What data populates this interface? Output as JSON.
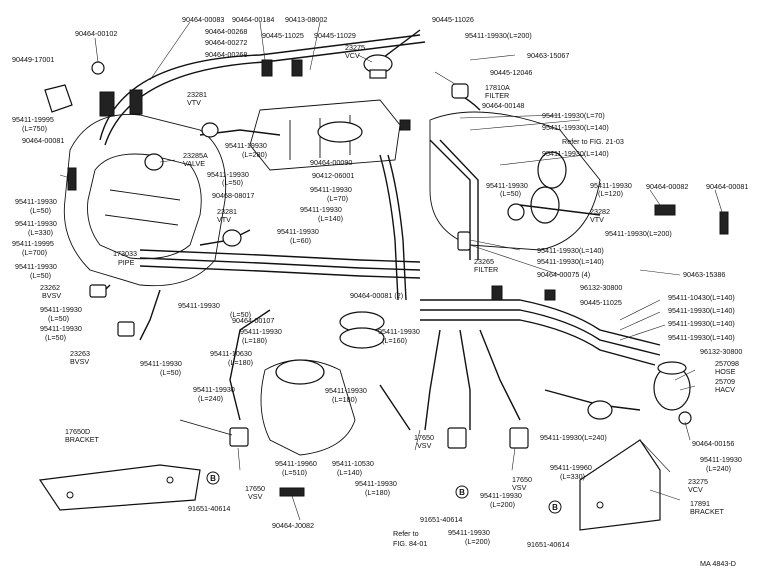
{
  "labels": [
    {
      "id": "l1",
      "text": "90464-00083"
    },
    {
      "id": "l2",
      "text": "90464-00184"
    },
    {
      "id": "l3",
      "text": "90413-08002"
    },
    {
      "id": "l4",
      "text": "90445-11026"
    },
    {
      "id": "l5",
      "text": "90464-00102"
    },
    {
      "id": "l6",
      "text": "90464-00268"
    },
    {
      "id": "l7",
      "text": "95411-19930(L=200)"
    },
    {
      "id": "l8",
      "text": "90464-00272"
    },
    {
      "id": "l9",
      "text": "90445-11025"
    },
    {
      "id": "l10",
      "text": "90445-11029"
    },
    {
      "id": "l11",
      "text": "23275"
    },
    {
      "id": "l12",
      "text": "VCV"
    },
    {
      "id": "l13",
      "text": "90463-15067"
    },
    {
      "id": "l14",
      "text": "90464-00268"
    },
    {
      "id": "l15",
      "text": "90445-12046"
    },
    {
      "id": "l16",
      "text": "90449-17001"
    },
    {
      "id": "l17",
      "text": "17810A"
    },
    {
      "id": "l18",
      "text": "FILTER"
    },
    {
      "id": "l19",
      "text": "23281"
    },
    {
      "id": "l20",
      "text": "VTV"
    },
    {
      "id": "l21",
      "text": "90464-00148"
    },
    {
      "id": "l22",
      "text": "95411-19995"
    },
    {
      "id": "l23",
      "text": "(L=750)"
    },
    {
      "id": "l24",
      "text": "95411-19930(L=70)"
    },
    {
      "id": "l25",
      "text": "95411-19930(L=140)"
    },
    {
      "id": "l26",
      "text": "90464-00081"
    },
    {
      "id": "l27",
      "text": "95411-19930"
    },
    {
      "id": "l28",
      "text": "(L=280)"
    },
    {
      "id": "l29",
      "text": "Refer to FIG. 21-03"
    },
    {
      "id": "l30",
      "text": "23285A"
    },
    {
      "id": "l31",
      "text": "VALVE"
    },
    {
      "id": "l32",
      "text": "90464-00090"
    },
    {
      "id": "l33",
      "text": "95411-19930(L=140)"
    },
    {
      "id": "l34",
      "text": "95411-19930"
    },
    {
      "id": "l35",
      "text": "(L=50)"
    },
    {
      "id": "l36",
      "text": "90412-06001"
    },
    {
      "id": "l37",
      "text": "95411-19930"
    },
    {
      "id": "l38",
      "text": "(L=120)"
    },
    {
      "id": "l39",
      "text": "90464-00082"
    },
    {
      "id": "l40",
      "text": "90464-00081"
    },
    {
      "id": "l41",
      "text": "90468-08017"
    },
    {
      "id": "l42",
      "text": "95411-19930"
    },
    {
      "id": "l43",
      "text": "(L=70)"
    },
    {
      "id": "l44",
      "text": "95411-19930"
    },
    {
      "id": "l45",
      "text": "(L=50)"
    },
    {
      "id": "l46",
      "text": "95411-19930"
    },
    {
      "id": "l47",
      "text": "(L=50)"
    },
    {
      "id": "l48",
      "text": "95411-19930"
    },
    {
      "id": "l49",
      "text": "(L=140)"
    },
    {
      "id": "l50",
      "text": "23281"
    },
    {
      "id": "l51",
      "text": "VTV"
    },
    {
      "id": "l52",
      "text": "23282"
    },
    {
      "id": "l53",
      "text": "VTV"
    },
    {
      "id": "l54",
      "text": "95411-19930"
    },
    {
      "id": "l55",
      "text": "(L=330)"
    },
    {
      "id": "l56",
      "text": "95411-19930"
    },
    {
      "id": "l57",
      "text": "(L=60)"
    },
    {
      "id": "l58",
      "text": "95411-19930(L=200)"
    },
    {
      "id": "l59",
      "text": "95411-19995"
    },
    {
      "id": "l60",
      "text": "(L=700)"
    },
    {
      "id": "l61",
      "text": "173033"
    },
    {
      "id": "l62",
      "text": "PIPE"
    },
    {
      "id": "l63",
      "text": "95411-19930(L=140)"
    },
    {
      "id": "l64",
      "text": "95411-19930"
    },
    {
      "id": "l65",
      "text": "(L=50)"
    },
    {
      "id": "l66",
      "text": "23265"
    },
    {
      "id": "l67",
      "text": "FILTER"
    },
    {
      "id": "l68",
      "text": "95411-19930(L=140)"
    },
    {
      "id": "l69",
      "text": "23262"
    },
    {
      "id": "l70",
      "text": "BVSV"
    },
    {
      "id": "l71",
      "text": "90464-00075 (4)"
    },
    {
      "id": "l72",
      "text": "90463-15386"
    },
    {
      "id": "l73",
      "text": "96132-30800"
    },
    {
      "id": "l74",
      "text": "90464-00081 (2)"
    },
    {
      "id": "l75",
      "text": "90445-11025"
    },
    {
      "id": "l76",
      "text": "95411-19930"
    },
    {
      "id": "l77",
      "text": "(L=50)"
    },
    {
      "id": "l78",
      "text": "95411-19930"
    },
    {
      "id": "l79",
      "text": "(L=50)"
    },
    {
      "id": "l80",
      "text": "90464-00107"
    },
    {
      "id": "l81",
      "text": "95411-10430(L=140)"
    },
    {
      "id": "l82",
      "text": "95411-19930(L=140)"
    },
    {
      "id": "l83",
      "text": "95411-19930"
    },
    {
      "id": "l84",
      "text": "(L=50)"
    },
    {
      "id": "l85",
      "text": "95411-19930(L=140)"
    },
    {
      "id": "l86",
      "text": "95411-19930"
    },
    {
      "id": "l87",
      "text": "(L=180)"
    },
    {
      "id": "l88",
      "text": "95411-19930"
    },
    {
      "id": "l89",
      "text": "(L=160)"
    },
    {
      "id": "l90",
      "text": "95411-19930(L=140)"
    },
    {
      "id": "l91",
      "text": "23263"
    },
    {
      "id": "l92",
      "text": "BVSV"
    },
    {
      "id": "l93",
      "text": "95411-10630"
    },
    {
      "id": "l94",
      "text": "(L=180)"
    },
    {
      "id": "l95",
      "text": "96132-30800"
    },
    {
      "id": "l96",
      "text": "95411-19930"
    },
    {
      "id": "l97",
      "text": "(L=50)"
    },
    {
      "id": "l98",
      "text": "257098"
    },
    {
      "id": "l99",
      "text": "HOSE"
    },
    {
      "id": "l100",
      "text": "25709"
    },
    {
      "id": "l101",
      "text": "HACV"
    },
    {
      "id": "l102",
      "text": "95411-19930"
    },
    {
      "id": "l103",
      "text": "(L=240)"
    },
    {
      "id": "l104",
      "text": "95411-19930"
    },
    {
      "id": "l105",
      "text": "(L=180)"
    },
    {
      "id": "l106",
      "text": "90464-00156"
    },
    {
      "id": "l107",
      "text": "17650D"
    },
    {
      "id": "l108",
      "text": "BRACKET"
    },
    {
      "id": "l109",
      "text": "95411-19930(L=240)"
    },
    {
      "id": "l110",
      "text": "17650"
    },
    {
      "id": "l111",
      "text": "VSV"
    },
    {
      "id": "l112",
      "text": "95411-19960"
    },
    {
      "id": "l113",
      "text": "(L=330)"
    },
    {
      "id": "l114",
      "text": "95411-19930"
    },
    {
      "id": "l115",
      "text": "(L=240)"
    },
    {
      "id": "l116",
      "text": "95411-19960"
    },
    {
      "id": "l117",
      "text": "(L=510)"
    },
    {
      "id": "l118",
      "text": "95411-10530"
    },
    {
      "id": "l119",
      "text": "(L=140)"
    },
    {
      "id": "l120",
      "text": "17650"
    },
    {
      "id": "l121",
      "text": "VSV"
    },
    {
      "id": "l122",
      "text": "23275"
    },
    {
      "id": "l123",
      "text": "VCV"
    },
    {
      "id": "l124",
      "text": "17650"
    },
    {
      "id": "l125",
      "text": "VSV"
    },
    {
      "id": "l126",
      "text": "95411-19930"
    },
    {
      "id": "l127",
      "text": "(L=180)"
    },
    {
      "id": "l128",
      "text": "95411-19930"
    },
    {
      "id": "l129",
      "text": "(L=200)"
    },
    {
      "id": "l130",
      "text": "17891"
    },
    {
      "id": "l131",
      "text": "BRACKET"
    },
    {
      "id": "l132",
      "text": "91651-40614"
    },
    {
      "id": "l133",
      "text": "90464-J0082"
    },
    {
      "id": "l134",
      "text": "91651-40614"
    },
    {
      "id": "l135",
      "text": "Refer to"
    },
    {
      "id": "l136",
      "text": "FIG. 84-01"
    },
    {
      "id": "l137",
      "text": "95411-19930"
    },
    {
      "id": "l138",
      "text": "(L=200)"
    },
    {
      "id": "l139",
      "text": "91651-40614"
    },
    {
      "id": "l140",
      "text": "MA 4843-D"
    }
  ],
  "bolt_marks": [
    {
      "id": "b1",
      "text": "B"
    },
    {
      "id": "b2",
      "text": "B"
    },
    {
      "id": "b3",
      "text": "B"
    }
  ]
}
